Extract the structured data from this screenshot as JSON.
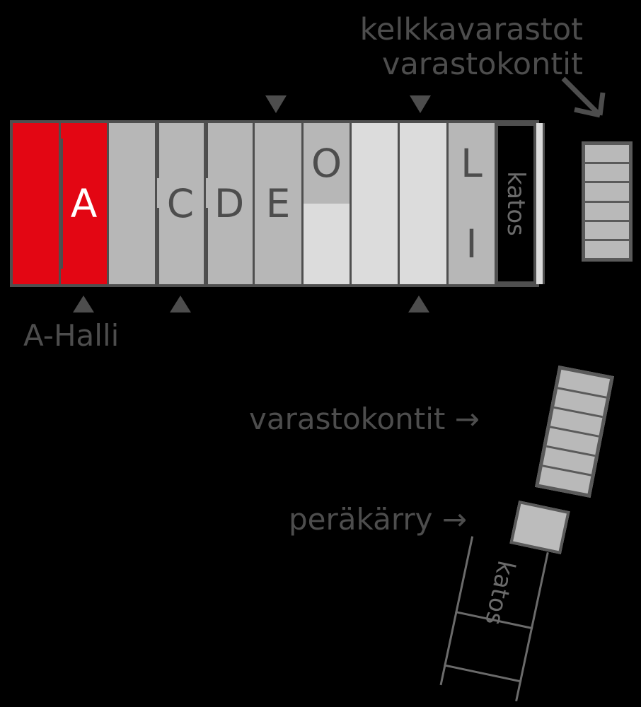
{
  "diagram": {
    "title_lines": [
      "kelkkavarastot",
      "varastokontit"
    ],
    "accent_red": "#e30613",
    "text_gray": "#4d4d4d",
    "outline_gray": "#5a5a5a",
    "bg": "#000000"
  },
  "building": {
    "name": "A-Halli",
    "sections": [
      {
        "id": "a-left",
        "label": "",
        "fill": "red"
      },
      {
        "id": "a",
        "label": "A",
        "fill": "red"
      },
      {
        "id": "b",
        "label": "",
        "fill": "mid"
      },
      {
        "id": "c",
        "label": "C",
        "fill": "mid"
      },
      {
        "id": "d",
        "label": "D",
        "fill": "mid"
      },
      {
        "id": "e",
        "label": "E",
        "fill": "mid"
      },
      {
        "id": "o-upper",
        "label": "O",
        "fill": "mid"
      },
      {
        "id": "f-upper",
        "label": "",
        "fill": "light"
      },
      {
        "id": "g-upper",
        "label": "",
        "fill": "light"
      },
      {
        "id": "l-upper",
        "label": "L",
        "fill": "mid"
      },
      {
        "id": "h",
        "label": "",
        "fill": "light"
      },
      {
        "id": "p-lower",
        "label": "",
        "fill": "light"
      },
      {
        "id": "q-lower",
        "label": "",
        "fill": "light"
      },
      {
        "id": "r-lower",
        "label": "",
        "fill": "light"
      },
      {
        "id": "i-lower",
        "label": "I",
        "fill": "mid"
      },
      {
        "id": "katos",
        "label": "katos",
        "fill": "black"
      }
    ],
    "katos_label": "katos"
  },
  "annotations": {
    "a_halli_label": "A-Halli",
    "varastokontit_label": "varastokontit →",
    "perakarry_label": "peräkärry →",
    "katos_lower_label": "katos",
    "up_markers": 3,
    "down_markers": 2
  }
}
